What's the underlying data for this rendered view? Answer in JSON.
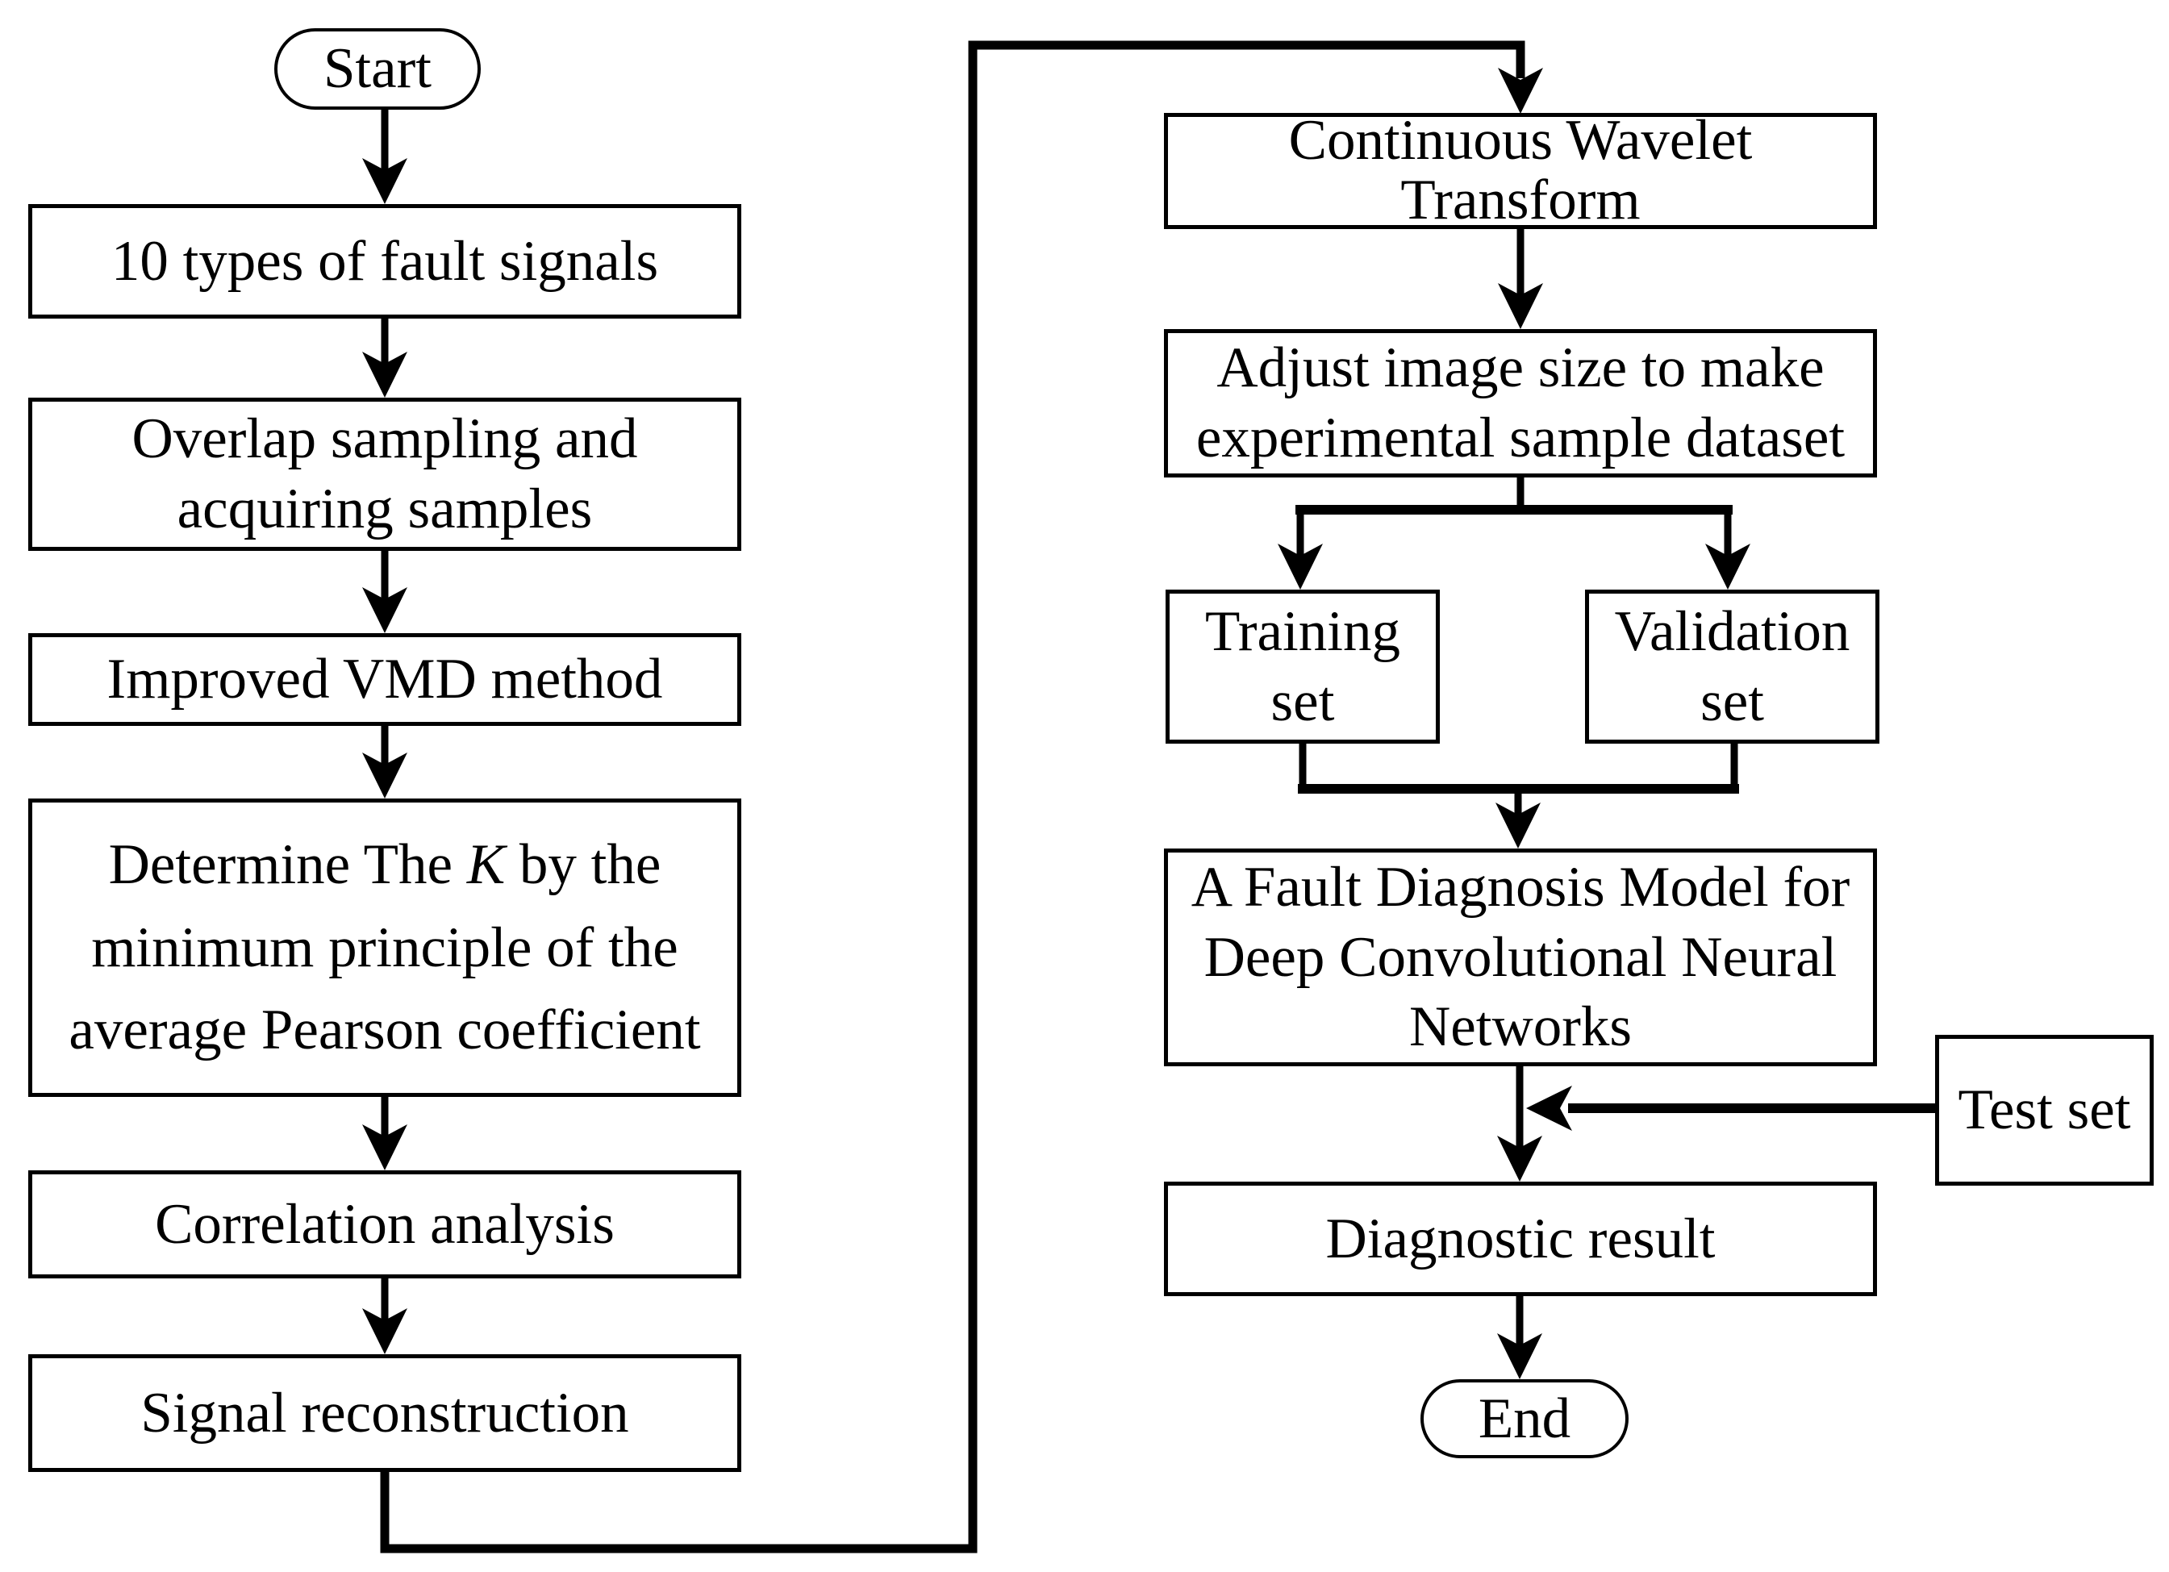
{
  "background": "#ffffff",
  "ink": "#000000",
  "nodes": {
    "start": {
      "label": "Start"
    },
    "fault_signals": {
      "label": "10 types of fault signals"
    },
    "overlap_sampling": {
      "label": "Overlap sampling and\nacquiring samples"
    },
    "improved_vmd": {
      "label": "Improved VMD method"
    },
    "determine_k": {
      "label_pre": "Determine The ",
      "label_k": "K",
      "label_post": " by the\nminimum principle of the\naverage Pearson coefficient"
    },
    "correlation_analysis": {
      "label": "Correlation analysis"
    },
    "signal_reconstruction": {
      "label": "Signal reconstruction"
    },
    "continuous_wavelet_transform": {
      "label": "Continuous Wavelet\nTransform"
    },
    "adjust_image_size": {
      "label": "Adjust image size to make\nexperimental sample dataset"
    },
    "training_set": {
      "label": "Training\nset"
    },
    "validation_set": {
      "label": "Validation\nset"
    },
    "fault_diagnosis_model": {
      "label": "A Fault Diagnosis Model for\nDeep Convolutional Neural\nNetworks"
    },
    "test_set": {
      "label": "Test set"
    },
    "diagnostic_result": {
      "label": "Diagnostic result"
    },
    "end": {
      "label": "End"
    }
  },
  "edges": [
    {
      "from": "start",
      "to": "fault_signals"
    },
    {
      "from": "fault_signals",
      "to": "overlap_sampling"
    },
    {
      "from": "overlap_sampling",
      "to": "improved_vmd"
    },
    {
      "from": "improved_vmd",
      "to": "determine_k"
    },
    {
      "from": "determine_k",
      "to": "correlation_analysis"
    },
    {
      "from": "correlation_analysis",
      "to": "signal_reconstruction"
    },
    {
      "from": "signal_reconstruction",
      "to": "continuous_wavelet_transform"
    },
    {
      "from": "continuous_wavelet_transform",
      "to": "adjust_image_size"
    },
    {
      "from": "adjust_image_size",
      "to": "training_set"
    },
    {
      "from": "adjust_image_size",
      "to": "validation_set"
    },
    {
      "from": "training_set",
      "to": "fault_diagnosis_model"
    },
    {
      "from": "validation_set",
      "to": "fault_diagnosis_model"
    },
    {
      "from": "fault_diagnosis_model",
      "to": "diagnostic_result"
    },
    {
      "from": "test_set",
      "to": "diagnostic_result"
    },
    {
      "from": "diagnostic_result",
      "to": "end"
    }
  ]
}
